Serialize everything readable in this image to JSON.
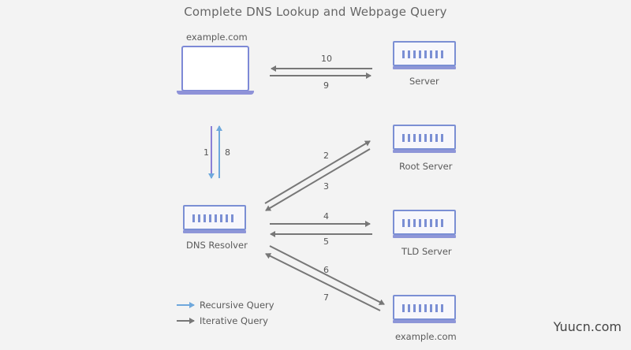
{
  "title": "Complete DNS Lookup and Webpage Query",
  "nodes": {
    "client": "example.com",
    "server": "Server",
    "root": "Root Server",
    "tld": "TLD Server",
    "auth": "example.com",
    "resolver": "DNS Resolver"
  },
  "steps": {
    "s1": "1",
    "s2": "2",
    "s3": "3",
    "s4": "4",
    "s5": "5",
    "s6": "6",
    "s7": "7",
    "s8": "8",
    "s9": "9",
    "s10": "10"
  },
  "legend": {
    "recursive": "Recursive Query",
    "iterative": "Iterative Query"
  },
  "colors": {
    "recursive": "#6fa8dc",
    "iterative": "#777777",
    "accent": "#7b8fd4"
  },
  "watermark": "Yuucn.com"
}
